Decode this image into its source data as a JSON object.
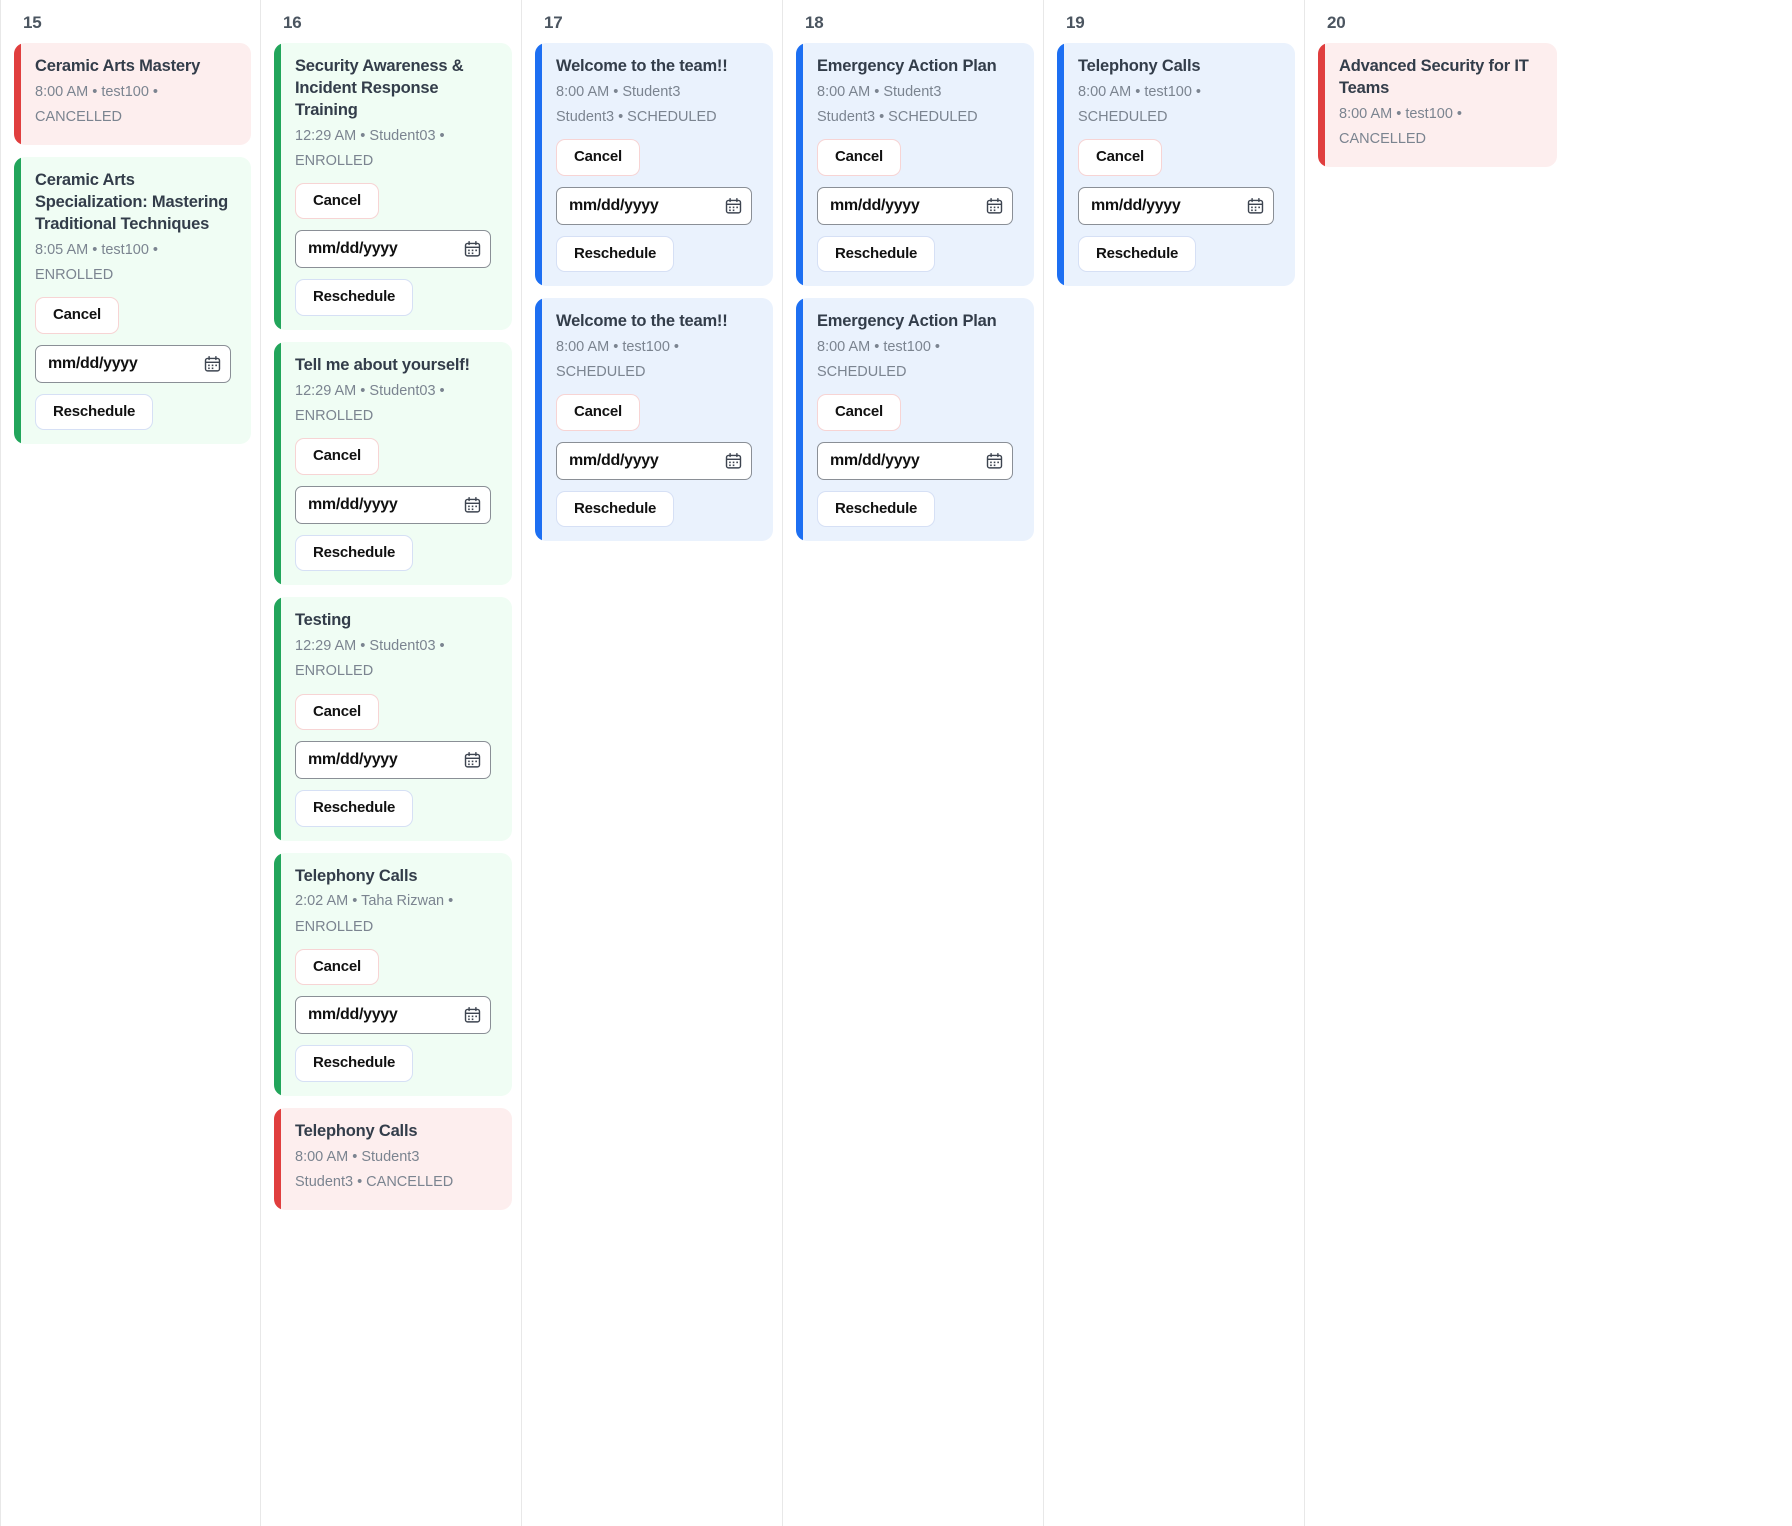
{
  "view": {
    "type": "week-grid",
    "controls": {
      "cancel_label": "Cancel",
      "reschedule_label": "Reschedule",
      "date_placeholder": "mm/dd/yyyy",
      "calendar_icon": "calendar-icon"
    },
    "colors": {
      "enrolled_accent": "#22a55b",
      "enrolled_bg": "#f0fdf4",
      "scheduled_accent": "#1d6ff2",
      "scheduled_bg": "#eaf2fd",
      "cancelled_accent": "#e03e3e",
      "cancelled_bg": "#fdeeee",
      "title_text": "#333d4a",
      "meta_text": "#7b8490",
      "day_number_text": "#4b5560"
    }
  },
  "days": [
    {
      "day_number": "15",
      "events": [
        {
          "title": "Ceramic Arts Mastery",
          "meta_line1": "8:00 AM • test100 •",
          "meta_line2": "CANCELLED",
          "status": "CANCELLED",
          "time": "8:00 AM",
          "owner": "test100",
          "variant": "cancelled",
          "has_actions": false
        },
        {
          "title": "Ceramic Arts Specialization: Mastering Traditional Techniques",
          "meta_line1": "8:05 AM • test100 •",
          "meta_line2": "ENROLLED",
          "status": "ENROLLED",
          "time": "8:05 AM",
          "owner": "test100",
          "variant": "enrolled",
          "has_actions": true
        }
      ]
    },
    {
      "day_number": "16",
      "events": [
        {
          "title": "Security Awareness & Incident Response Training",
          "meta_line1": "12:29 AM • Student03 •",
          "meta_line2": "ENROLLED",
          "status": "ENROLLED",
          "time": "12:29 AM",
          "owner": "Student03",
          "variant": "enrolled",
          "has_actions": true
        },
        {
          "title": "Tell me about yourself!",
          "meta_line1": "12:29 AM • Student03 •",
          "meta_line2": "ENROLLED",
          "status": "ENROLLED",
          "time": "12:29 AM",
          "owner": "Student03",
          "variant": "enrolled",
          "has_actions": true
        },
        {
          "title": "Testing",
          "meta_line1": "12:29 AM • Student03 •",
          "meta_line2": "ENROLLED",
          "status": "ENROLLED",
          "time": "12:29 AM",
          "owner": "Student03",
          "variant": "enrolled",
          "has_actions": true
        },
        {
          "title": "Telephony Calls",
          "meta_line1": "2:02 AM • Taha Rizwan •",
          "meta_line2": "ENROLLED",
          "status": "ENROLLED",
          "time": "2:02 AM",
          "owner": "Taha Rizwan",
          "variant": "enrolled",
          "has_actions": true
        },
        {
          "title": "Telephony Calls",
          "meta_line1": "8:00 AM • Student3",
          "meta_line2": "Student3 • CANCELLED",
          "status": "CANCELLED",
          "time": "8:00 AM",
          "owner": "Student3 Student3",
          "variant": "cancelled",
          "has_actions": false
        }
      ]
    },
    {
      "day_number": "17",
      "events": [
        {
          "title": "Welcome to the team!!",
          "meta_line1": "8:00 AM • Student3",
          "meta_line2": "Student3 • SCHEDULED",
          "status": "SCHEDULED",
          "time": "8:00 AM",
          "owner": "Student3 Student3",
          "variant": "scheduled",
          "has_actions": true
        },
        {
          "title": "Welcome to the team!!",
          "meta_line1": "8:00 AM • test100 •",
          "meta_line2": "SCHEDULED",
          "status": "SCHEDULED",
          "time": "8:00 AM",
          "owner": "test100",
          "variant": "scheduled",
          "has_actions": true
        }
      ]
    },
    {
      "day_number": "18",
      "events": [
        {
          "title": "Emergency Action Plan",
          "meta_line1": "8:00 AM • Student3",
          "meta_line2": "Student3 • SCHEDULED",
          "status": "SCHEDULED",
          "time": "8:00 AM",
          "owner": "Student3 Student3",
          "variant": "scheduled",
          "has_actions": true
        },
        {
          "title": "Emergency Action Plan",
          "meta_line1": "8:00 AM • test100 •",
          "meta_line2": "SCHEDULED",
          "status": "SCHEDULED",
          "time": "8:00 AM",
          "owner": "test100",
          "variant": "scheduled",
          "has_actions": true
        }
      ]
    },
    {
      "day_number": "19",
      "events": [
        {
          "title": "Telephony Calls",
          "meta_line1": "8:00 AM • test100 •",
          "meta_line2": "SCHEDULED",
          "status": "SCHEDULED",
          "time": "8:00 AM",
          "owner": "test100",
          "variant": "scheduled",
          "has_actions": true
        }
      ]
    },
    {
      "day_number": "20",
      "events": [
        {
          "title": "Advanced Security for IT Teams",
          "meta_line1": "8:00 AM • test100 •",
          "meta_line2": "CANCELLED",
          "status": "CANCELLED",
          "time": "8:00 AM",
          "owner": "test100",
          "variant": "cancelled",
          "has_actions": false
        }
      ]
    }
  ]
}
